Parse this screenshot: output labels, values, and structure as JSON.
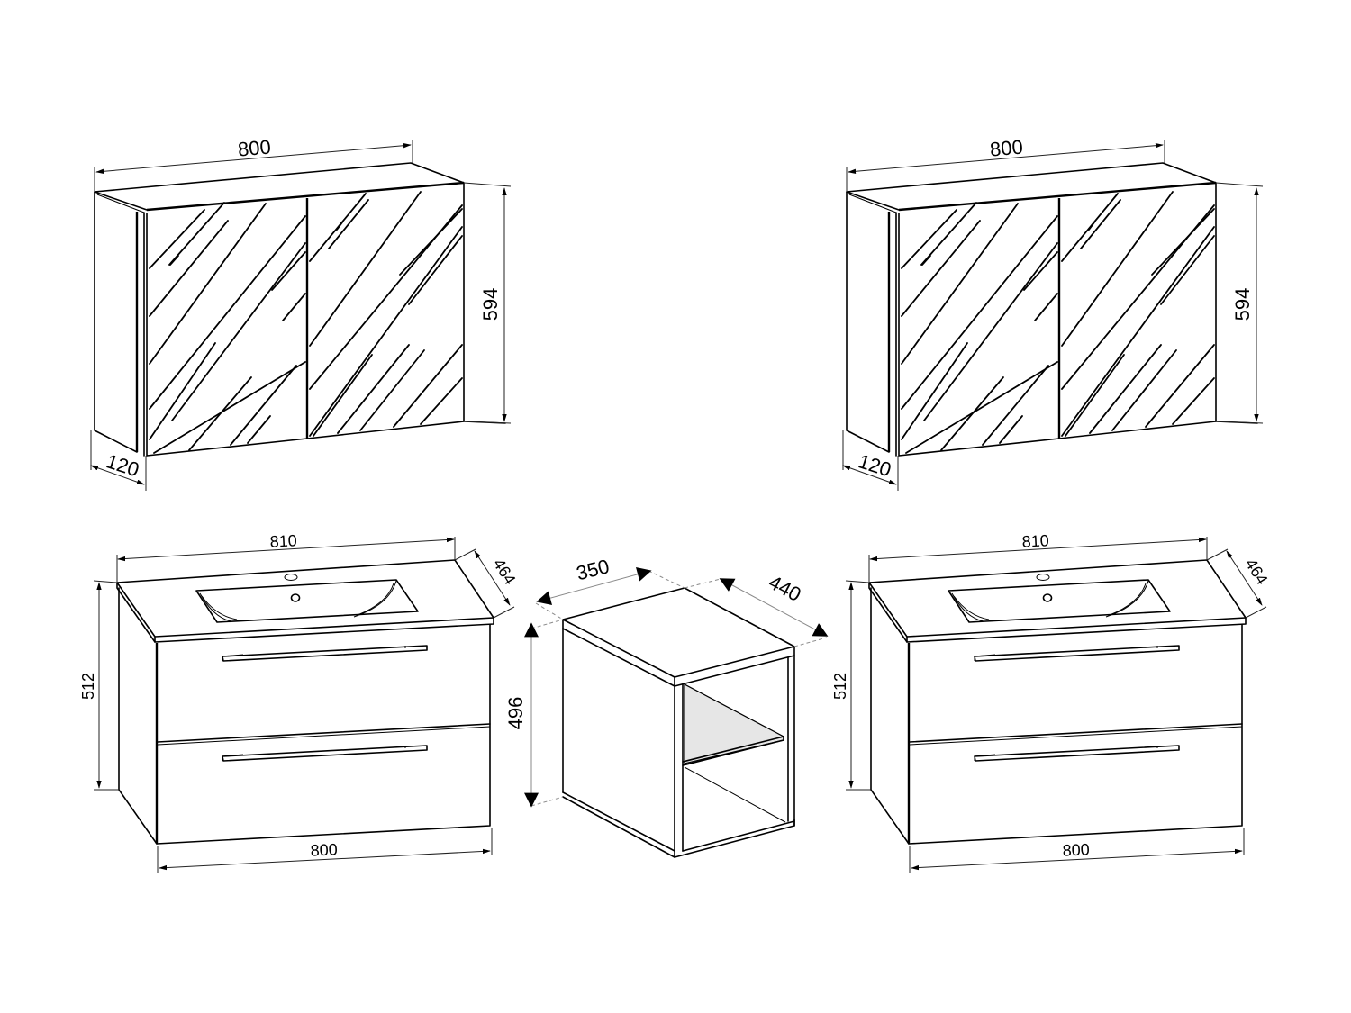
{
  "drawing": {
    "type": "furniture dimension drawing",
    "units": "mm",
    "colors": {
      "line": "#000000",
      "background": "#ffffff",
      "shelf_fill": "#e6e6e6",
      "extension_line": "#8a8a8a"
    }
  },
  "mirror_cabinet_left": {
    "width_label": "800",
    "height_label": "594",
    "depth_label": "120",
    "doors": 2
  },
  "mirror_cabinet_right": {
    "width_label": "800",
    "height_label": "594",
    "depth_label": "120",
    "doors": 2
  },
  "vanity_left": {
    "top_width_label": "810",
    "depth_label": "464",
    "height_label": "512",
    "base_width_label": "800",
    "drawers": 2
  },
  "side_cabinet": {
    "width_label": "350",
    "depth_label": "440",
    "height_label": "496",
    "open_shelves": 2
  },
  "vanity_right": {
    "top_width_label": "810",
    "depth_label": "464",
    "height_label": "512",
    "base_width_label": "800",
    "drawers": 2
  }
}
